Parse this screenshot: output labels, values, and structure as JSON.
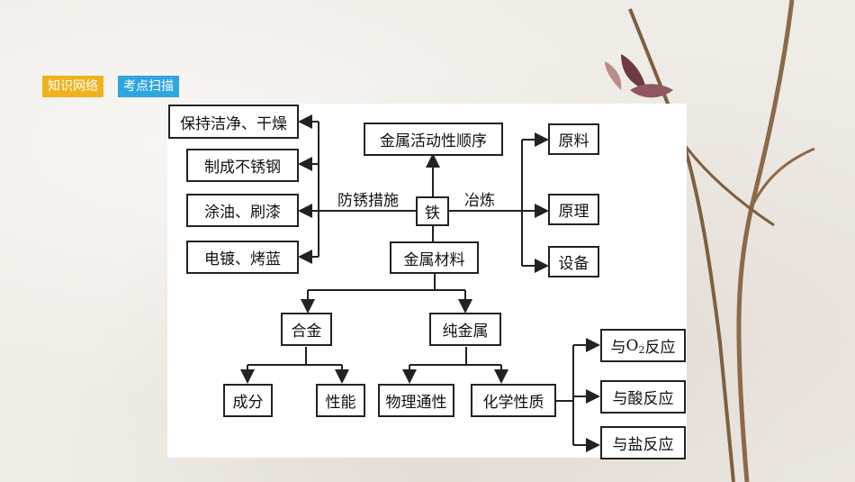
{
  "tags": [
    "知识网络",
    "考点扫描"
  ],
  "labels": {
    "rust_prevention": "防锈措施",
    "smelting": "冶炼"
  },
  "nodes": {
    "clean_dry": "保持洁净、干燥",
    "stainless": "制成不锈钢",
    "oil_paint": "涂油、刷漆",
    "plating_bluing": "电镀、烤蓝",
    "activity_order": "金属活动性顺序",
    "iron": "铁",
    "metal_materials": "金属材料",
    "raw_materials": "原料",
    "principle": "原理",
    "equipment": "设备",
    "alloy": "合金",
    "pure_metal": "纯金属",
    "composition": "成分",
    "properties": "性能",
    "physical": "物理通性",
    "chemical": "化学性质",
    "react_o2": {
      "prefix": "与",
      "element": "O",
      "subscript": "2",
      "suffix": "反应"
    },
    "react_acid": "与酸反应",
    "react_salt": "与盐反应"
  }
}
